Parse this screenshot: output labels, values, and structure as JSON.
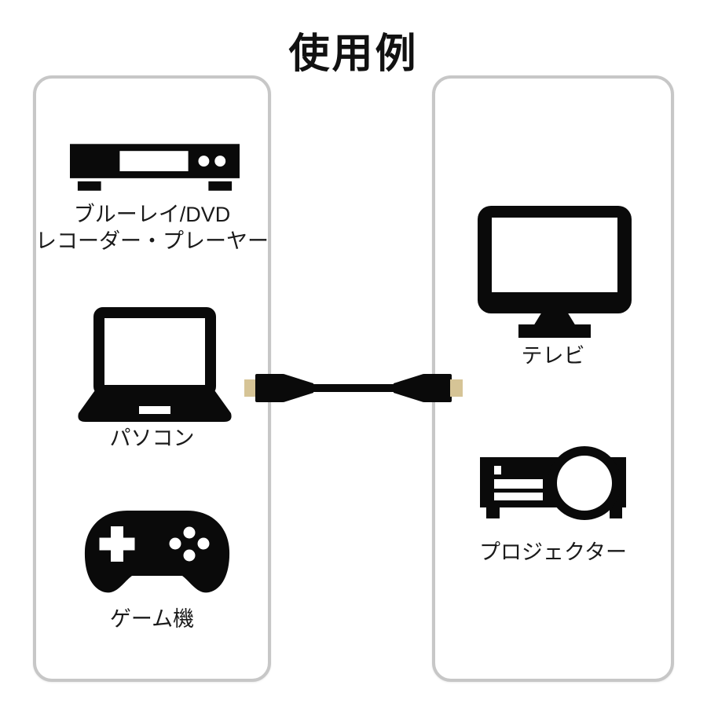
{
  "title": "使用例",
  "colors": {
    "icon_black": "#0a0a0a",
    "panel_border": "#c7c7c7",
    "plug_tip_tan": "#d6c496",
    "background": "#ffffff"
  },
  "panels": {
    "left": {
      "name": "source-devices",
      "items": [
        {
          "icon": "bluray-dvd-player-icon",
          "label_lines": [
            "ブルーレイ/DVD",
            "レコーダー・プレーヤー"
          ]
        },
        {
          "icon": "laptop-icon",
          "label_lines": [
            "パソコン"
          ]
        },
        {
          "icon": "game-controller-icon",
          "label_lines": [
            "ゲーム機"
          ]
        }
      ]
    },
    "right": {
      "name": "display-devices",
      "items": [
        {
          "icon": "tv-icon",
          "label_lines": [
            "テレビ"
          ]
        },
        {
          "icon": "projector-icon",
          "label_lines": [
            "プロジェクター"
          ]
        }
      ]
    }
  },
  "connector": {
    "icon": "hdmi-cable-icon"
  }
}
